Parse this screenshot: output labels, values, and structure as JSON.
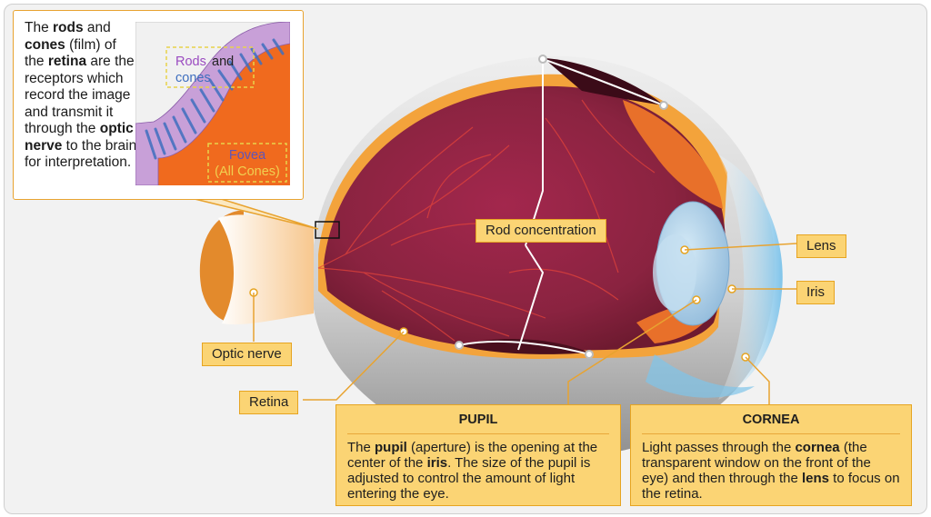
{
  "colors": {
    "label_fill": "#fbd474",
    "label_border": "#e6a421",
    "eye_interior": "#8a2340",
    "sclera": "#dcdcdc",
    "retina_orange": "#f28a1f",
    "lens_blue": "#a9cde6",
    "inset_purple": "#c8a0d8",
    "inset_orange": "#f06a1e"
  },
  "callout": {
    "text_runs": [
      {
        "t": "The ",
        "bold": false
      },
      {
        "t": "rods",
        "bold": true
      },
      {
        "t": " and ",
        "bold": false
      },
      {
        "t": "cones",
        "bold": true
      },
      {
        "t": " (film) of the ",
        "bold": false
      },
      {
        "t": "retina",
        "bold": true
      },
      {
        "t": " are the receptors which record the image and transmit it through the ",
        "bold": false
      },
      {
        "t": "optic nerve",
        "bold": true
      },
      {
        "t": " to the brain for interpretation.",
        "bold": false
      }
    ],
    "inset": {
      "rods_cones_label_1": "Rods",
      "rods_cones_label_2": "and",
      "rods_cones_label_3": "cones",
      "fovea_label_1": "Fovea",
      "fovea_label_2": "(All Cones)"
    }
  },
  "labels": {
    "rod_concentration": "Rod concentration",
    "lens": "Lens",
    "iris": "Iris",
    "optic_nerve": "Optic nerve",
    "retina": "Retina"
  },
  "pupil_box": {
    "title": "PUPIL",
    "text_runs": [
      {
        "t": "The ",
        "bold": false
      },
      {
        "t": "pupil",
        "bold": true
      },
      {
        "t": " (aperture) is the opening at the center of the ",
        "bold": false
      },
      {
        "t": "iris",
        "bold": true
      },
      {
        "t": ". The size of the pupil is adjusted to control the amount of light entering the eye.",
        "bold": false
      }
    ]
  },
  "cornea_box": {
    "title": "CORNEA",
    "text_runs": [
      {
        "t": "Light passes through the ",
        "bold": false
      },
      {
        "t": "cornea",
        "bold": true
      },
      {
        "t": " (the transparent window on the front of the eye) and then through the ",
        "bold": false
      },
      {
        "t": "lens",
        "bold": true
      },
      {
        "t": " to focus on the retina.",
        "bold": false
      }
    ]
  }
}
